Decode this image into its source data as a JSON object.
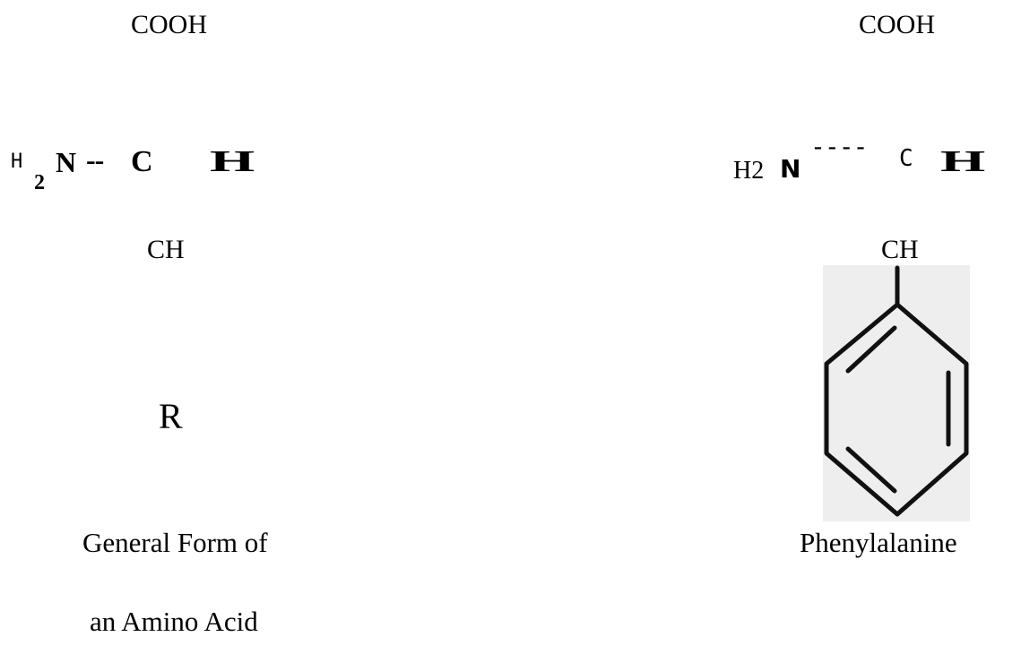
{
  "general_form": {
    "cooh": "COOH",
    "h": "H",
    "sub2": "2",
    "n": "N",
    "bond": "--",
    "c": "C",
    "h_big": "H",
    "ch": "CH",
    "r": "R",
    "caption_line1": "General Form of",
    "caption_line2": "an Amino Acid"
  },
  "phenylalanine": {
    "cooh": "COOH",
    "h2": "H2",
    "n": "N",
    "bond": "----",
    "c": "C",
    "h_big": "H",
    "ch": "CH",
    "ring_icon": "benzene-ring",
    "caption": "Phenylalanine"
  }
}
